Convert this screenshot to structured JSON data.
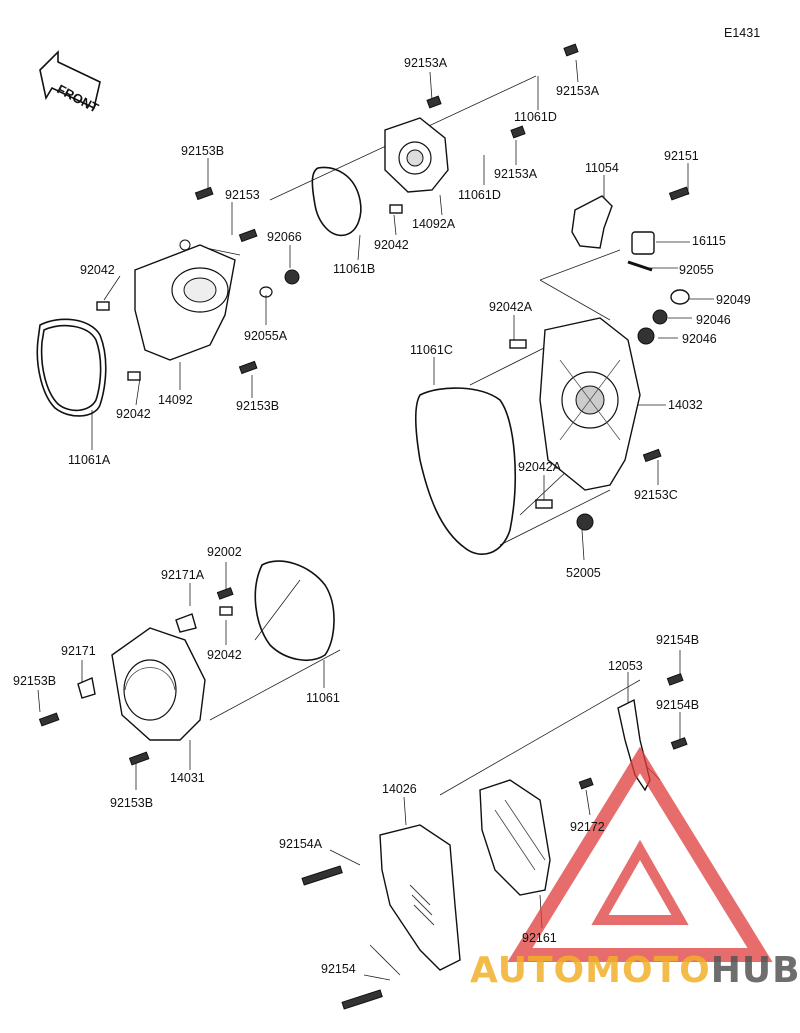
{
  "diagram_code": "E1431",
  "front_label": "FRONT",
  "watermark": {
    "text_auto": "AUTO",
    "text_moto": "MOTO",
    "text_hub": "HUB",
    "color_primary": "#f2b02a",
    "color_logo": "#e03b3b",
    "color_hub": "#555555"
  },
  "labels": [
    {
      "id": "92153A_top",
      "text": "92153A"
    },
    {
      "id": "92153A_right",
      "text": "92153A"
    },
    {
      "id": "11061D_a",
      "text": "11061D"
    },
    {
      "id": "92153A_mid",
      "text": "92153A"
    },
    {
      "id": "11061D_b",
      "text": "11061D"
    },
    {
      "id": "92153B_top",
      "text": "92153B"
    },
    {
      "id": "92153",
      "text": "92153"
    },
    {
      "id": "92066",
      "text": "92066"
    },
    {
      "id": "92042_left",
      "text": "92042"
    },
    {
      "id": "11061B",
      "text": "11061B"
    },
    {
      "id": "92042_top",
      "text": "92042"
    },
    {
      "id": "14092A",
      "text": "14092A"
    },
    {
      "id": "11054",
      "text": "11054"
    },
    {
      "id": "92151",
      "text": "92151"
    },
    {
      "id": "16115",
      "text": "16115"
    },
    {
      "id": "92055",
      "text": "92055"
    },
    {
      "id": "92049",
      "text": "92049"
    },
    {
      "id": "92046_a",
      "text": "92046"
    },
    {
      "id": "92046_b",
      "text": "92046"
    },
    {
      "id": "92042A_top",
      "text": "92042A"
    },
    {
      "id": "11061C",
      "text": "11061C"
    },
    {
      "id": "14032",
      "text": "14032"
    },
    {
      "id": "92042A_bot",
      "text": "92042A"
    },
    {
      "id": "92153C",
      "text": "92153C"
    },
    {
      "id": "52005",
      "text": "52005"
    },
    {
      "id": "92055A",
      "text": "92055A"
    },
    {
      "id": "92042_lower",
      "text": "92042"
    },
    {
      "id": "14092",
      "text": "14092"
    },
    {
      "id": "92153B_mid",
      "text": "92153B"
    },
    {
      "id": "11061A",
      "text": "11061A"
    },
    {
      "id": "92002",
      "text": "92002"
    },
    {
      "id": "92171A",
      "text": "92171A"
    },
    {
      "id": "92042_mid",
      "text": "92042"
    },
    {
      "id": "92171",
      "text": "92171"
    },
    {
      "id": "92153B_left",
      "text": "92153B"
    },
    {
      "id": "11061",
      "text": "11061"
    },
    {
      "id": "14031",
      "text": "14031"
    },
    {
      "id": "92153B_bot",
      "text": "92153B"
    },
    {
      "id": "92154B_a",
      "text": "92154B"
    },
    {
      "id": "12053",
      "text": "12053"
    },
    {
      "id": "92154B_b",
      "text": "92154B"
    },
    {
      "id": "14026",
      "text": "14026"
    },
    {
      "id": "92154A",
      "text": "92154A"
    },
    {
      "id": "92172",
      "text": "92172"
    },
    {
      "id": "92161",
      "text": "92161"
    },
    {
      "id": "92154",
      "text": "92154"
    }
  ]
}
